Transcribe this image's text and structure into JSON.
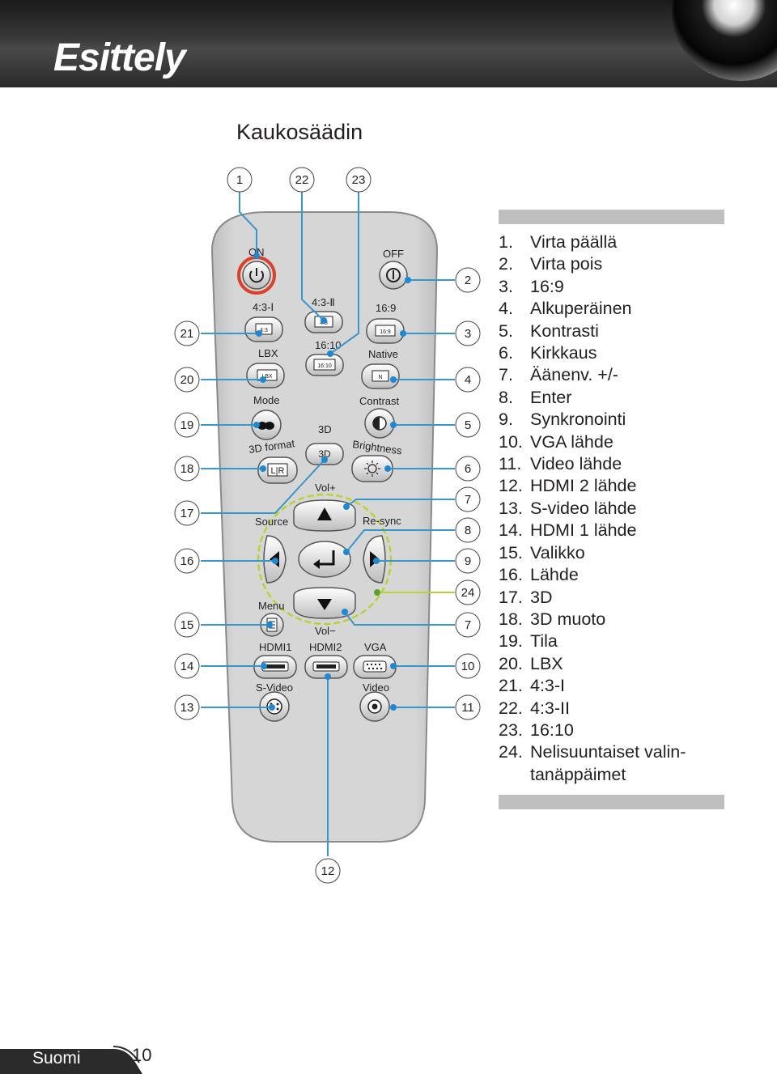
{
  "header": {
    "title": "Esittely"
  },
  "section_title": "Kaukosäädin",
  "legend": [
    {
      "num": "1.",
      "text": "Virta päällä"
    },
    {
      "num": "2.",
      "text": "Virta pois"
    },
    {
      "num": "3.",
      "text": "16:9"
    },
    {
      "num": "4.",
      "text": "Alkuperäinen"
    },
    {
      "num": "5.",
      "text": "Kontrasti"
    },
    {
      "num": "6.",
      "text": "Kirkkaus"
    },
    {
      "num": "7.",
      "text": "Äänenv. +/-"
    },
    {
      "num": "8.",
      "text": "Enter"
    },
    {
      "num": "9.",
      "text": "Synkronointi"
    },
    {
      "num": "10.",
      "text": "VGA lähde"
    },
    {
      "num": "11.",
      "text": "Video lähde"
    },
    {
      "num": "12.",
      "text": "HDMI 2 lähde"
    },
    {
      "num": "13.",
      "text": "S-video lähde"
    },
    {
      "num": "14.",
      "text": "HDMI 1 lähde"
    },
    {
      "num": "15.",
      "text": "Valikko"
    },
    {
      "num": "16.",
      "text": "Lähde"
    },
    {
      "num": "17.",
      "text": "3D"
    },
    {
      "num": "18.",
      "text": "3D muoto"
    },
    {
      "num": "19.",
      "text": "Tila"
    },
    {
      "num": "20.",
      "text": "LBX"
    },
    {
      "num": "21.",
      "text": "4:3-I"
    },
    {
      "num": "22.",
      "text": "4:3-II"
    },
    {
      "num": "23.",
      "text": "16:10"
    },
    {
      "num": "24.",
      "text": "Nelisuuntaiset valin-"
    }
  ],
  "legend_continuation": "tanäppäimet",
  "remote_labels": {
    "on": "ON",
    "off": "OFF",
    "r43i": "4:3-Ⅰ",
    "r43ii": "4:3-Ⅱ",
    "r169": "16:9",
    "lbx": "LBX",
    "r1610": "16:10",
    "native": "Native",
    "mode": "Mode",
    "contrast": "Contrast",
    "threed": "3D",
    "threed_format": "3D format",
    "threed_btn": "3D",
    "brightness": "Brightness",
    "volplus": "Vol+",
    "source": "Source",
    "resync": "Re-sync",
    "menu": "Menu",
    "volminus": "Vol−",
    "hdmi1": "HDMI1",
    "hdmi2": "HDMI2",
    "vga": "VGA",
    "svideo": "S-Video",
    "video": "Video",
    "icon_43": "4:3",
    "icon_169": "16:9",
    "icon_lbx": "LBX",
    "icon_1610": "16:10",
    "icon_n": "N",
    "icon_lr": "L|R"
  },
  "callouts": {
    "c1": "1",
    "c22": "22",
    "c23": "23",
    "c2": "2",
    "c3": "3",
    "c4": "4",
    "c5": "5",
    "c6": "6",
    "c7a": "7",
    "c8": "8",
    "c9": "9",
    "c24": "24",
    "c7b": "7",
    "c10": "10",
    "c11": "11",
    "c21": "21",
    "c20": "20",
    "c19": "19",
    "c18": "18",
    "c17": "17",
    "c16": "16",
    "c15": "15",
    "c14": "14",
    "c13": "13",
    "c12": "12"
  },
  "colors": {
    "callout_line": "#3a95c9",
    "callout_dot": "#1e88d2",
    "dpad_outline": "#b8d432",
    "on_ring": "#d9412b",
    "remote_body": "#d3d3d3"
  },
  "footer": {
    "language": "Suomi",
    "page": "10"
  }
}
